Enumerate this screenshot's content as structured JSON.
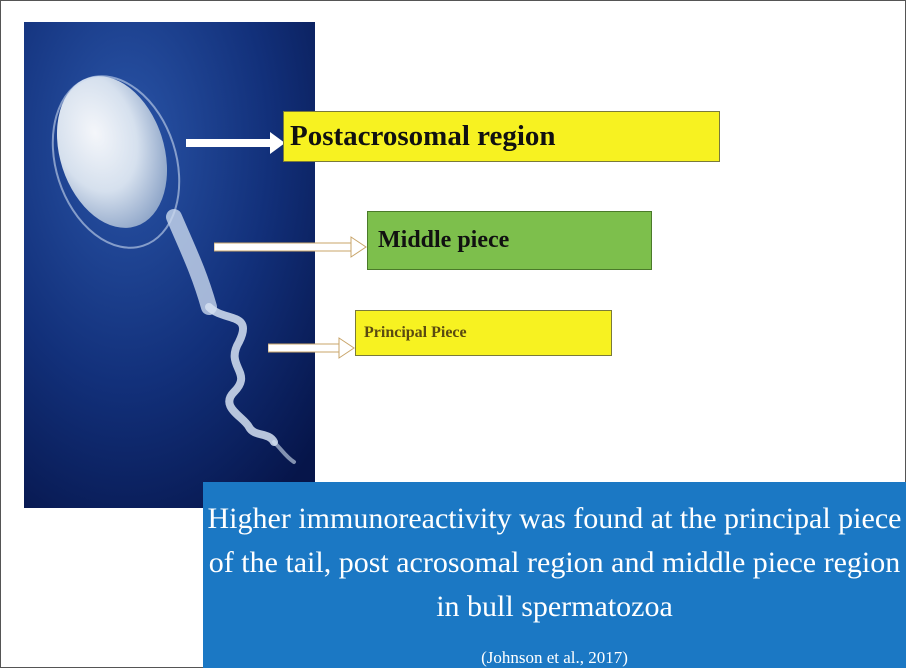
{
  "labels": {
    "postacrosomal": "Postacrosomal region",
    "middle_piece": "Middle piece",
    "principal_piece": "Principal Piece"
  },
  "note": {
    "text": "Higher immunoreactivity was found at the principal piece of the tail, post acrosomal region and middle piece region in bull spermatozoa",
    "citation": "(Johnson et al., 2017)"
  },
  "colors": {
    "label_yellow": "#f7f221",
    "label_green": "#7dbf4c",
    "note_blue": "#1b78c4",
    "photo_background": "#0f2a6b"
  }
}
